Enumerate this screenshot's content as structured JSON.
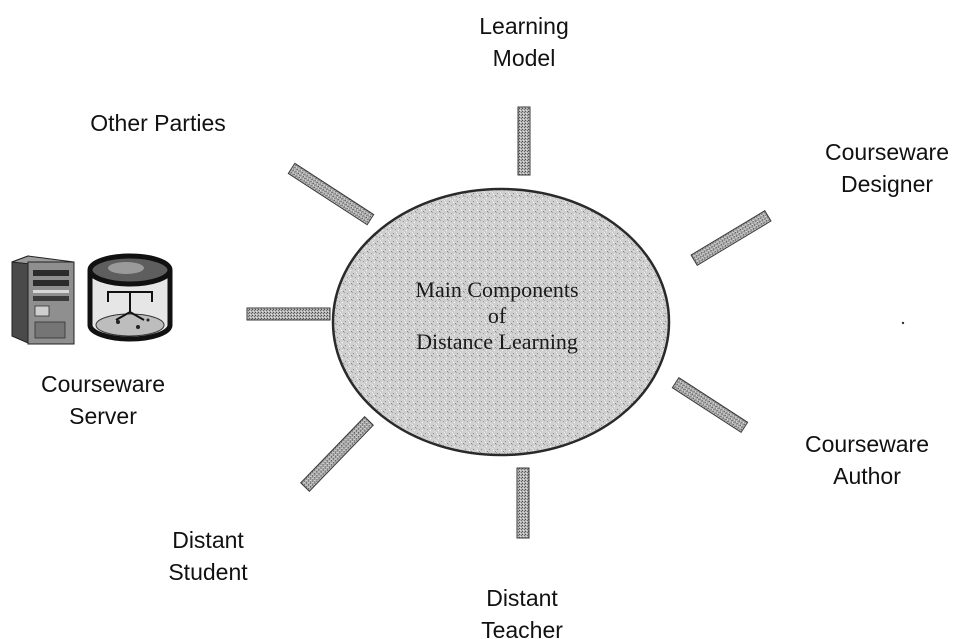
{
  "center": {
    "line1": "Main Components",
    "line2": "of",
    "line3": "Distance Learning"
  },
  "nodes": {
    "learning_model": {
      "line1": "Learning",
      "line2": "Model"
    },
    "courseware_designer": {
      "line1": "Courseware",
      "line2": "Designer"
    },
    "courseware_author": {
      "line1": "Courseware",
      "line2": "Author"
    },
    "distant_teacher": {
      "line1": "Distant",
      "line2": "Teacher"
    },
    "distant_student": {
      "line1": "Distant",
      "line2": "Student"
    },
    "courseware_server": {
      "line1": "Courseware",
      "line2": "Server"
    },
    "other_parties": {
      "line1": "Other Parties"
    }
  },
  "colors": {
    "ellipse_fill": "#cdcdcd",
    "ellipse_stroke": "#2a2a2a",
    "connector_fill": "#9a9a9a",
    "connector_stroke": "#3a3a3a"
  },
  "icons": {
    "server": "server-tower-icon",
    "database": "database-cylinder-icon"
  }
}
